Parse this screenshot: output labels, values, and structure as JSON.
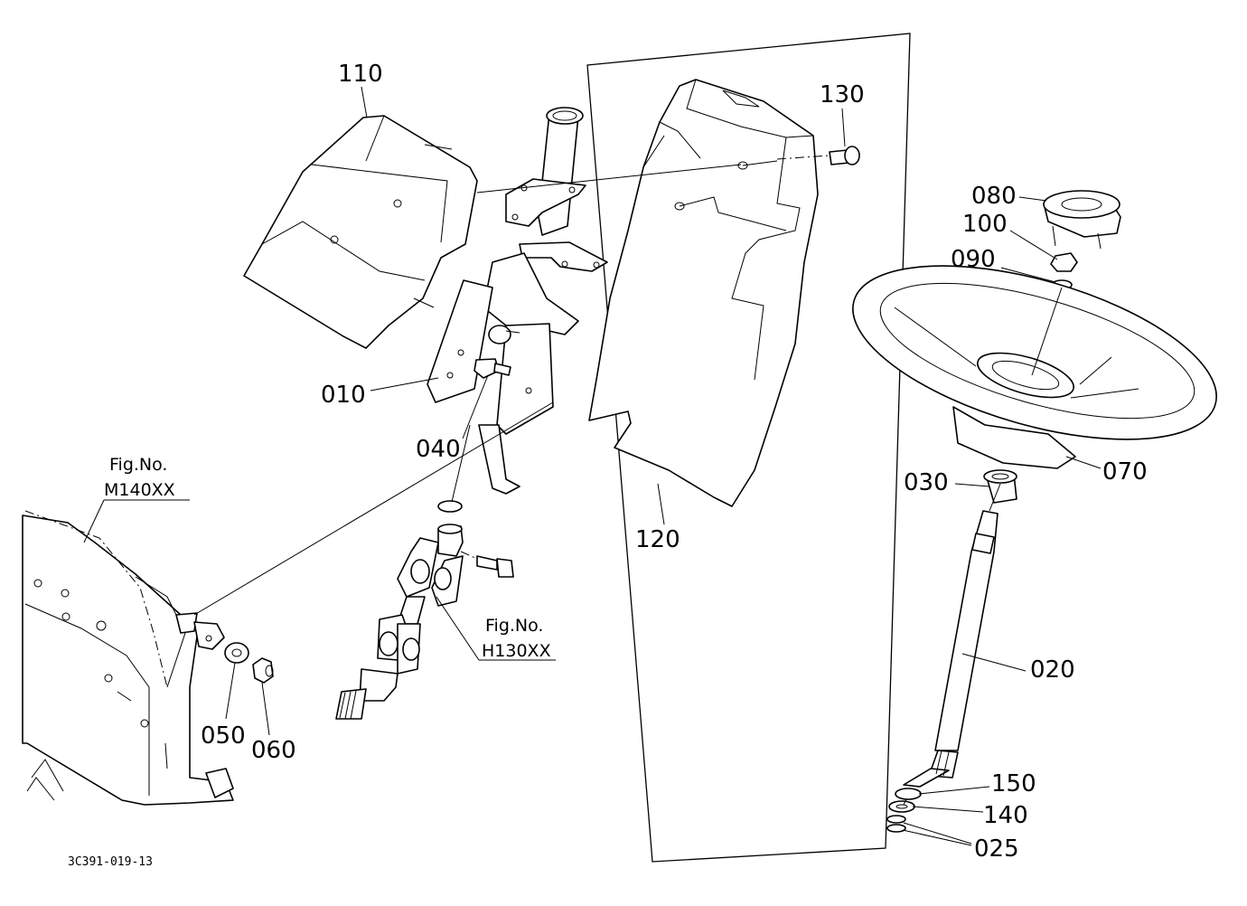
{
  "labels": {
    "p110": "110",
    "p130": "130",
    "p080": "080",
    "p100": "100",
    "p090": "090",
    "p010": "010",
    "p040": "040",
    "p070": "070",
    "p030": "030",
    "p120": "120",
    "p020": "020",
    "p050": "050",
    "p060": "060",
    "p150": "150",
    "p140": "140",
    "p025": "025"
  },
  "references": {
    "fig1_title": "Fig.No.",
    "fig1_code": "M140XX",
    "fig2_title": "Fig.No.",
    "fig2_code": "H130XX"
  },
  "drawing_code": "3C391-019-13"
}
